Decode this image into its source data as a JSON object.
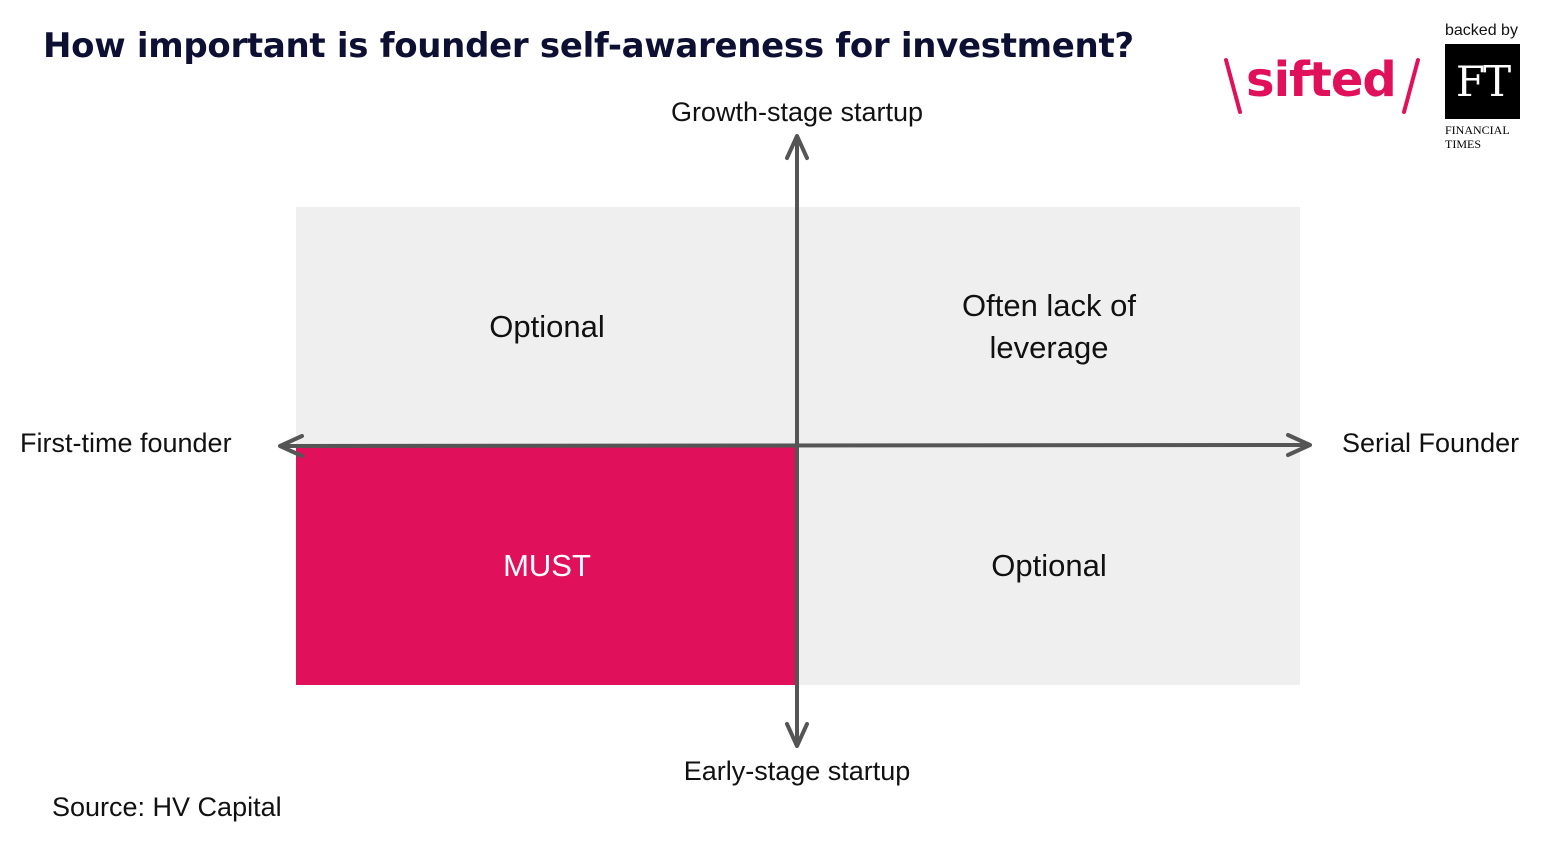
{
  "title": "How important is founder self-awareness for investment?",
  "axes": {
    "top": "Growth-stage startup",
    "bottom": "Early-stage startup",
    "left": "First-time founder",
    "right": "Serial Founder"
  },
  "quadrants": {
    "top_left": "Optional",
    "top_right": "Often lack of leverage",
    "bottom_left": "MUST",
    "bottom_right": "Optional"
  },
  "source": "Source: HV Capital",
  "logos": {
    "sifted": "sifted",
    "backed_by": "backed by",
    "ft": "FT",
    "ft_name": "FINANCIAL TIMES"
  },
  "colors": {
    "accent": "#e0115a",
    "quadrant_bg": "#efefef",
    "axis": "#555555",
    "title": "#0d1033"
  }
}
